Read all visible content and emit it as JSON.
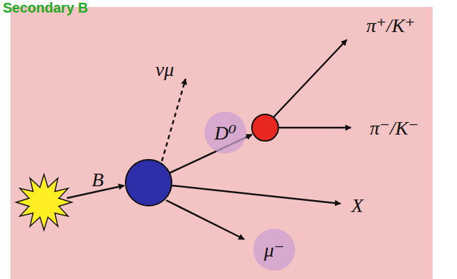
{
  "diagram": {
    "title": "Secondary B",
    "nodes": [
      {
        "text": [
          "D⁰"
        ]
      },
      {
        "text": [
          "μ⁻"
        ]
      }
    ],
    "labels": [
      "B",
      "νμ",
      "π⁺/K⁺",
      "π⁻/K⁻",
      "X"
    ]
  }
}
